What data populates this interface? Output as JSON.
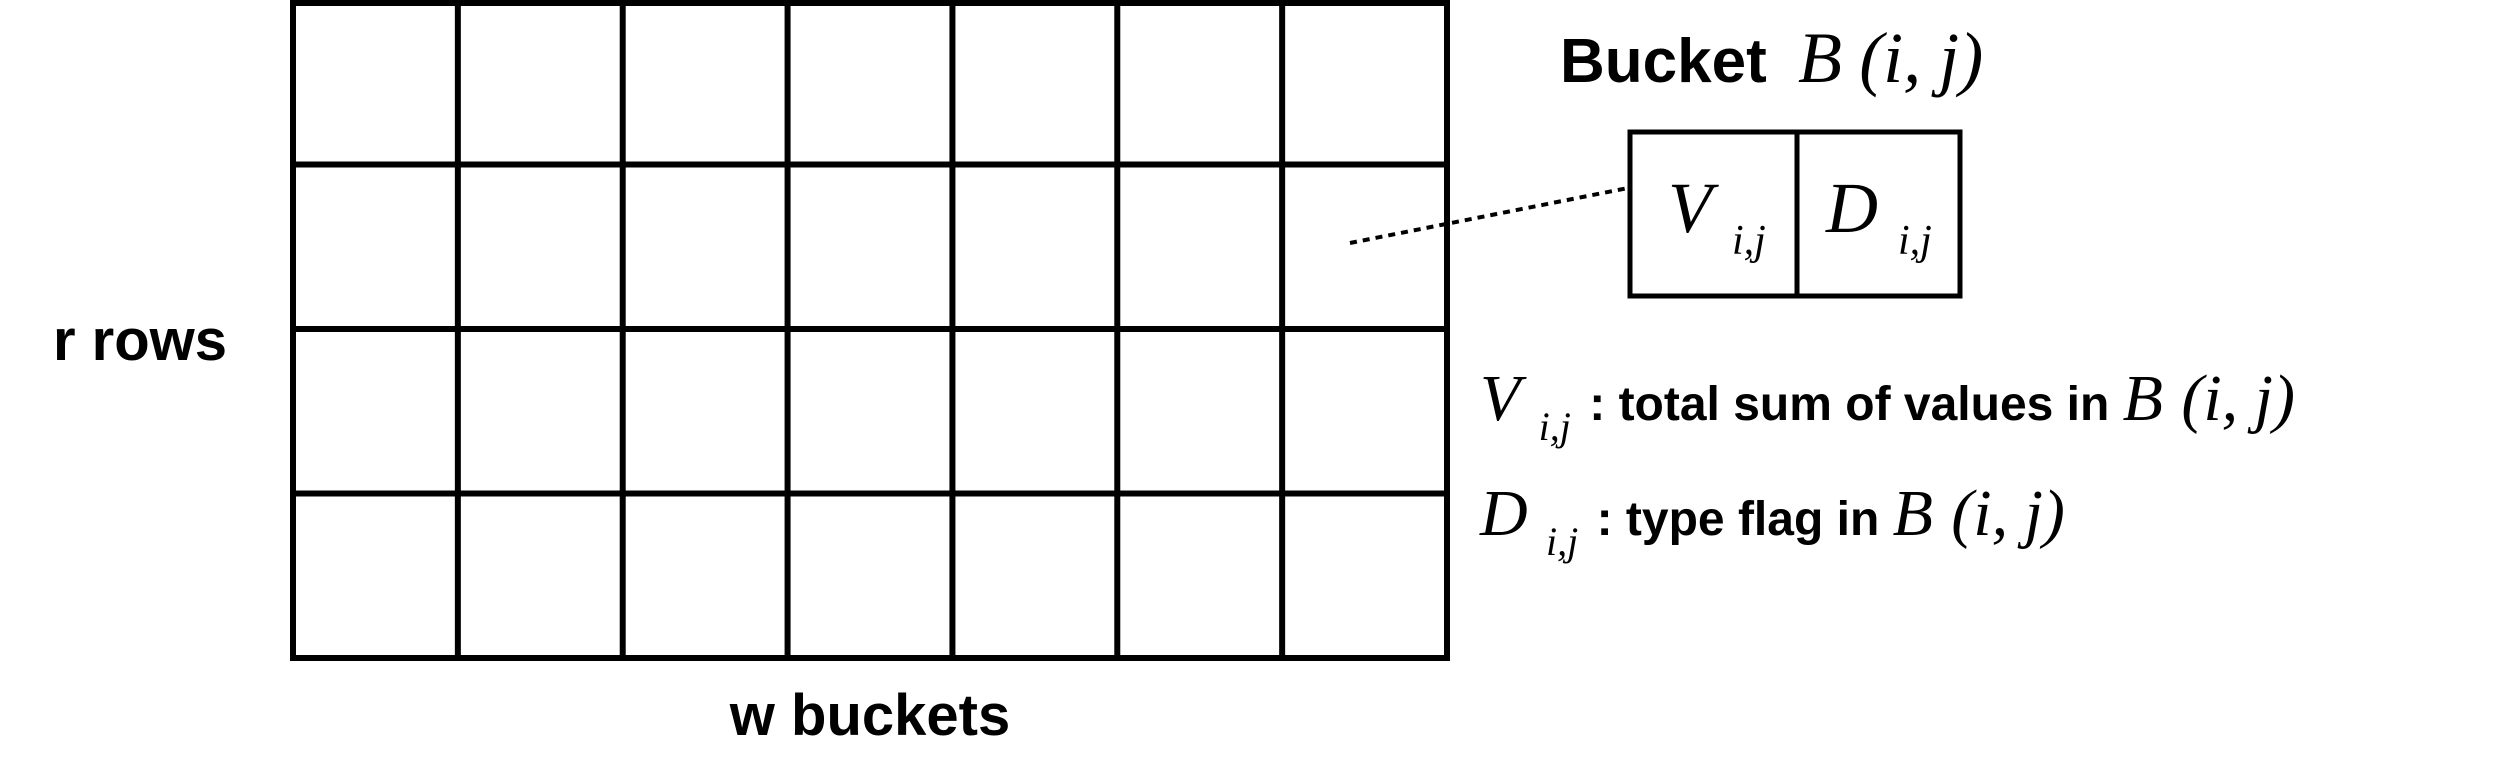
{
  "grid": {
    "rows": 4,
    "columns": 7,
    "row_label": "r rows",
    "column_label": "w buckets"
  },
  "bucket": {
    "title_word": "Bucket",
    "title_symbol": "B",
    "title_args": "(i, j)",
    "fields": [
      {
        "symbol": "V",
        "subscript": "i,j"
      },
      {
        "symbol": "D",
        "subscript": "i,j"
      }
    ]
  },
  "legend": [
    {
      "symbol": "V",
      "subscript": "i,j",
      "description": " : total sum of values in ",
      "ref_symbol": "B",
      "ref_args": "(i, j)"
    },
    {
      "symbol": "D",
      "subscript": "i,j",
      "description": " : type flag in ",
      "ref_symbol": "B",
      "ref_args": "(i, j)"
    }
  ],
  "colors": {
    "stroke": "#000000",
    "background": "#ffffff"
  }
}
